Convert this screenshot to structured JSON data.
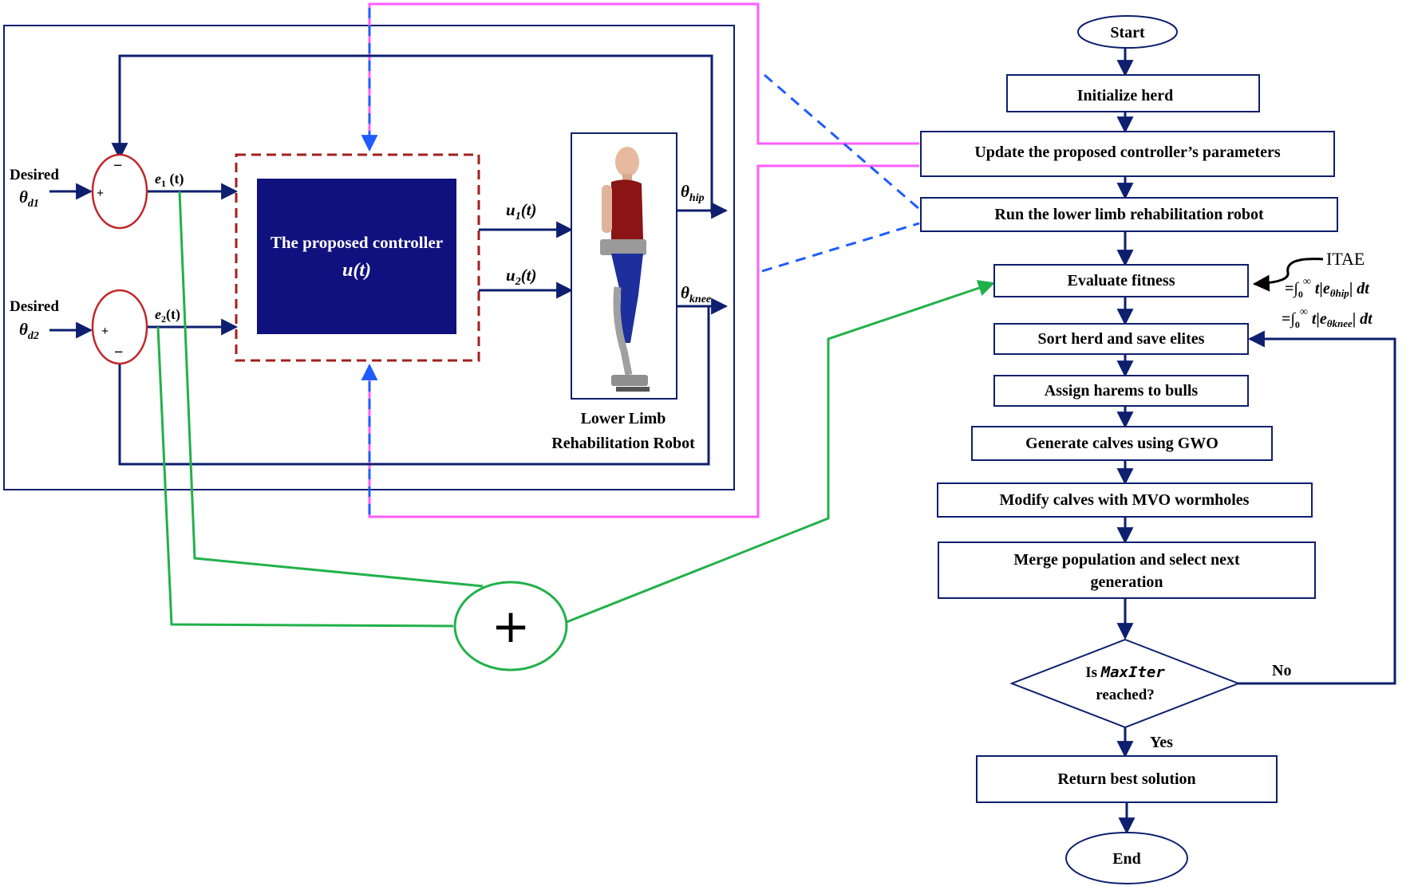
{
  "block_diagram": {
    "desired_label": "Desired",
    "theta_d1": "θd1",
    "theta_d2": "θd2",
    "sum_minus": "−",
    "sum_plus": "+",
    "e1_label": "e1 (t)",
    "e2_label": "e2(t)",
    "controller_line1": "The proposed controller",
    "controller_line2": "u(t)",
    "u1_label": "u1(t)",
    "u2_label": "u2(t)",
    "theta_hip": "θhip",
    "theta_knee": "θknee",
    "robot_label_line1": "Lower Limb",
    "robot_label_line2": "Rehabilitation Robot",
    "adder_symbol": "+"
  },
  "flowchart": {
    "start": "Start",
    "initialize": "Initialize herd",
    "update": "Update the proposed controller’s parameters",
    "run": "Run the lower limb rehabilitation robot",
    "evaluate": "Evaluate fitness",
    "sort": "Sort herd and save elites",
    "assign": "Assign harems to bulls",
    "generate": "Generate calves using GWO",
    "modify": "Modify calves with MVO wormholes",
    "merge_line1": "Merge population and select next",
    "merge_line2": "generation",
    "decision_line1_prefix": "Is",
    "decision_line1_var": "MaxIter",
    "decision_line2": "reached?",
    "no_label": "No",
    "yes_label": "Yes",
    "return": "Return best solution",
    "end": "End"
  },
  "itae": {
    "label": "ITAE",
    "formula_hip": "=∫0∞ t|eθhip| dt",
    "formula_knee": "=∫0∞ t|eθknee| dt"
  },
  "colors": {
    "navy": "#0d1f6e",
    "block_fill": "#10107f",
    "sum_circle": "#c0282a",
    "controller_dash": "#a0201f",
    "magenta": "#ff5cff",
    "blue_dash": "#1f5cff",
    "green": "#21b14a"
  }
}
